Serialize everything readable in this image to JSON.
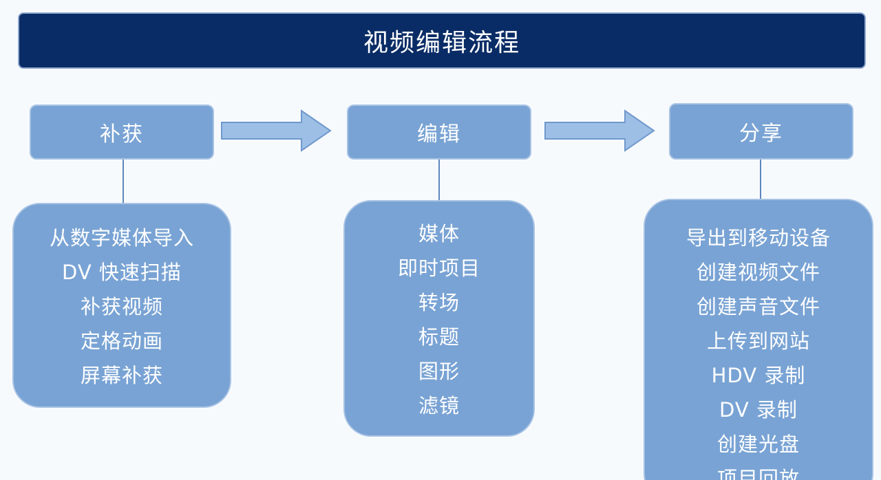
{
  "title": "视频编辑流程",
  "colors": {
    "title_background": "#0a2c66",
    "box_fill": "#79a3d4",
    "box_border": "#a8c3e4",
    "arrow_fill": "#9dbfe6",
    "text": "#ffffff"
  },
  "stages": [
    {
      "label": "补获",
      "items": [
        "从数字媒体导入",
        "DV 快速扫描",
        "补获视频",
        "定格动画",
        "屏幕补获"
      ]
    },
    {
      "label": "编辑",
      "items": [
        "媒体",
        "即时项目",
        "转场",
        "标题",
        "图形",
        "滤镜"
      ]
    },
    {
      "label": "分享",
      "items": [
        "导出到移动设备",
        "创建视频文件",
        "创建声音文件",
        "上传到网站",
        "HDV 录制",
        "DV 录制",
        "创建光盘",
        "项目回放"
      ]
    }
  ],
  "arrows": [
    "right-arrow",
    "right-arrow"
  ]
}
